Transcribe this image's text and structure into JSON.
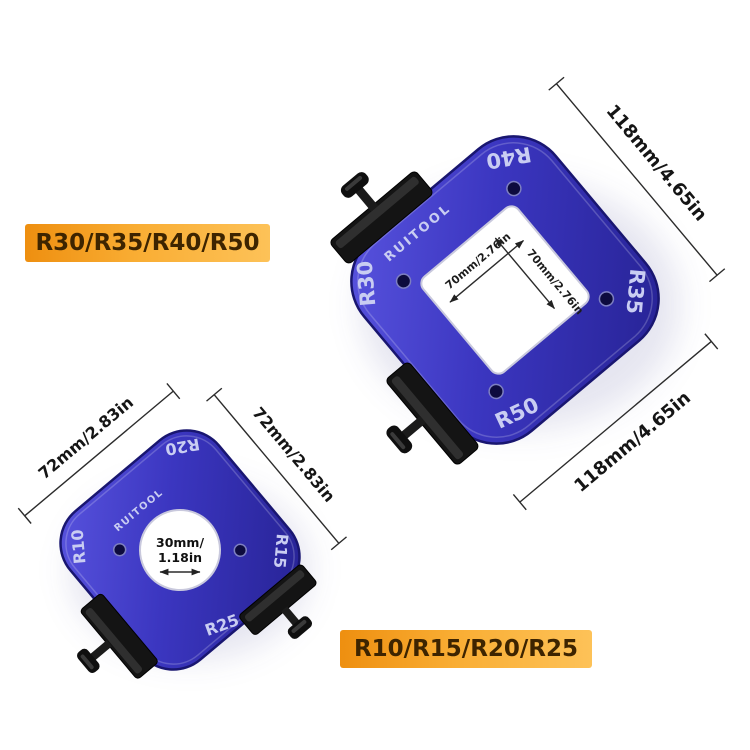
{
  "badges": {
    "large_radii": "R30/R35/R40/R50",
    "small_radii": "R10/R15/R20/R25",
    "background_start": "#ee8f10",
    "background_end": "#fdc258",
    "text_color": "#3d2400"
  },
  "large_jig": {
    "brand": "RUITOOL",
    "corner_labels": {
      "left": "R30",
      "top": "R40",
      "right": "R35",
      "bottom": "R50"
    },
    "hole_width": "70mm/2.76in",
    "hole_height": "70mm/2.76in",
    "outer_width": "118mm/4.65in",
    "outer_height": "118mm/4.65in",
    "body_color": "#3b36c0"
  },
  "small_jig": {
    "brand": "RUITOOL",
    "corner_labels": {
      "left": "R10",
      "top": "R20",
      "right": "R15",
      "bottom": "R25"
    },
    "hole_diameter_line1": "30mm/",
    "hole_diameter_line2": "1.18in",
    "outer_width": "72mm/2.83in",
    "outer_height": "72mm/2.83in",
    "body_color": "#3b36c0"
  }
}
